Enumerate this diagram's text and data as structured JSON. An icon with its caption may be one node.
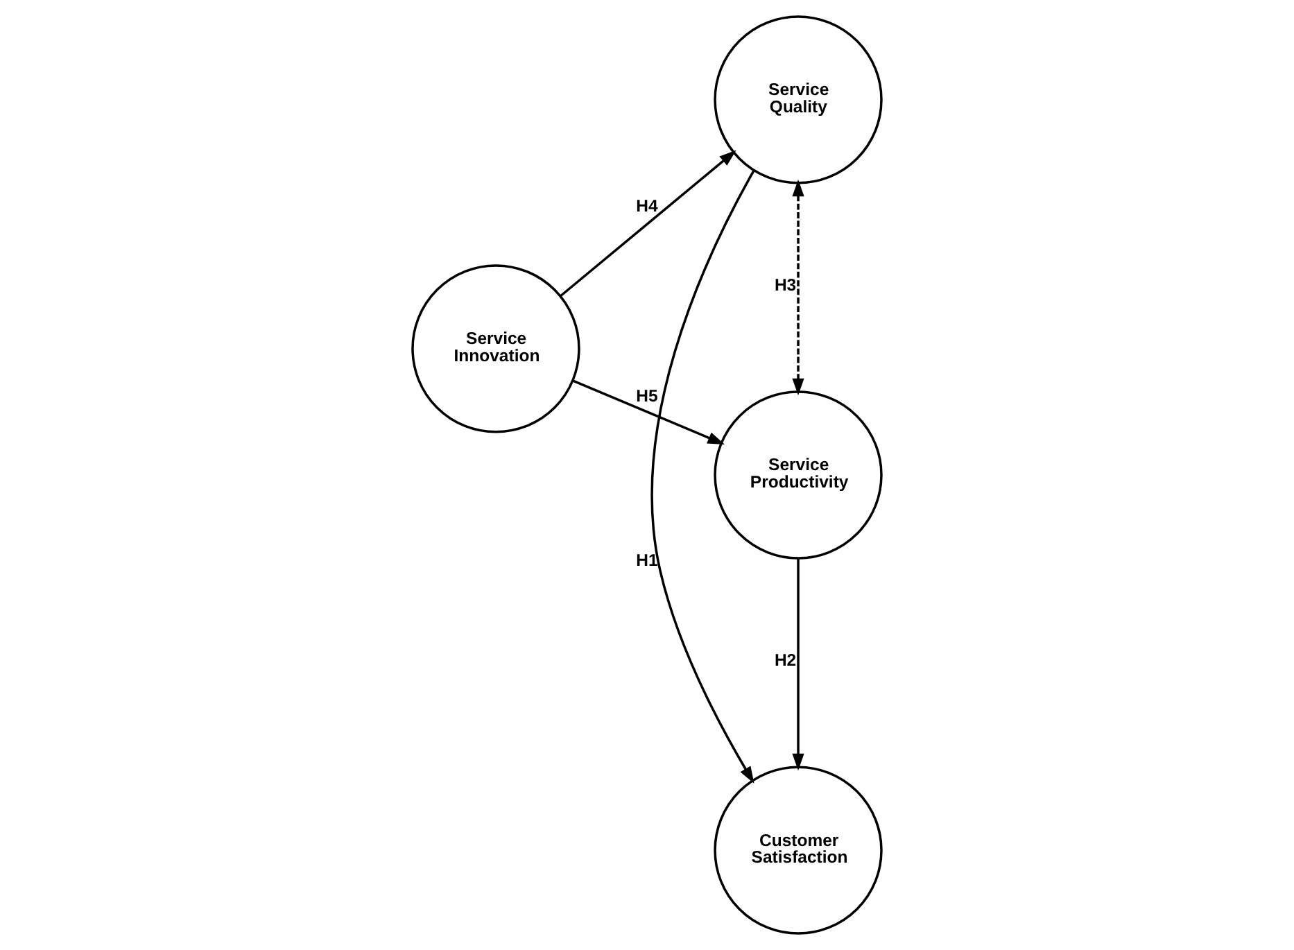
{
  "diagram": {
    "nodes": [
      {
        "text": [
          "Service Innovation"
        ]
      },
      {
        "text": [
          "Service Quality"
        ]
      },
      {
        "text": [
          "Service Productivity"
        ]
      },
      {
        "text": [
          "Customer Satisfaction"
        ]
      }
    ],
    "edges": [
      {
        "from": 0,
        "to": 1,
        "arrow": "to",
        "label": "H4"
      },
      {
        "from": 0,
        "to": 2,
        "arrow": "to",
        "label": "H5"
      },
      {
        "from": 1,
        "to": 3,
        "arrow": "to",
        "label": "H1"
      },
      {
        "from": 2,
        "to": 3,
        "arrow": "to",
        "label": "H2"
      },
      {
        "from": 1,
        "to": 2,
        "arrow": "both",
        "label": "H3",
        "style": "dashed"
      }
    ]
  }
}
